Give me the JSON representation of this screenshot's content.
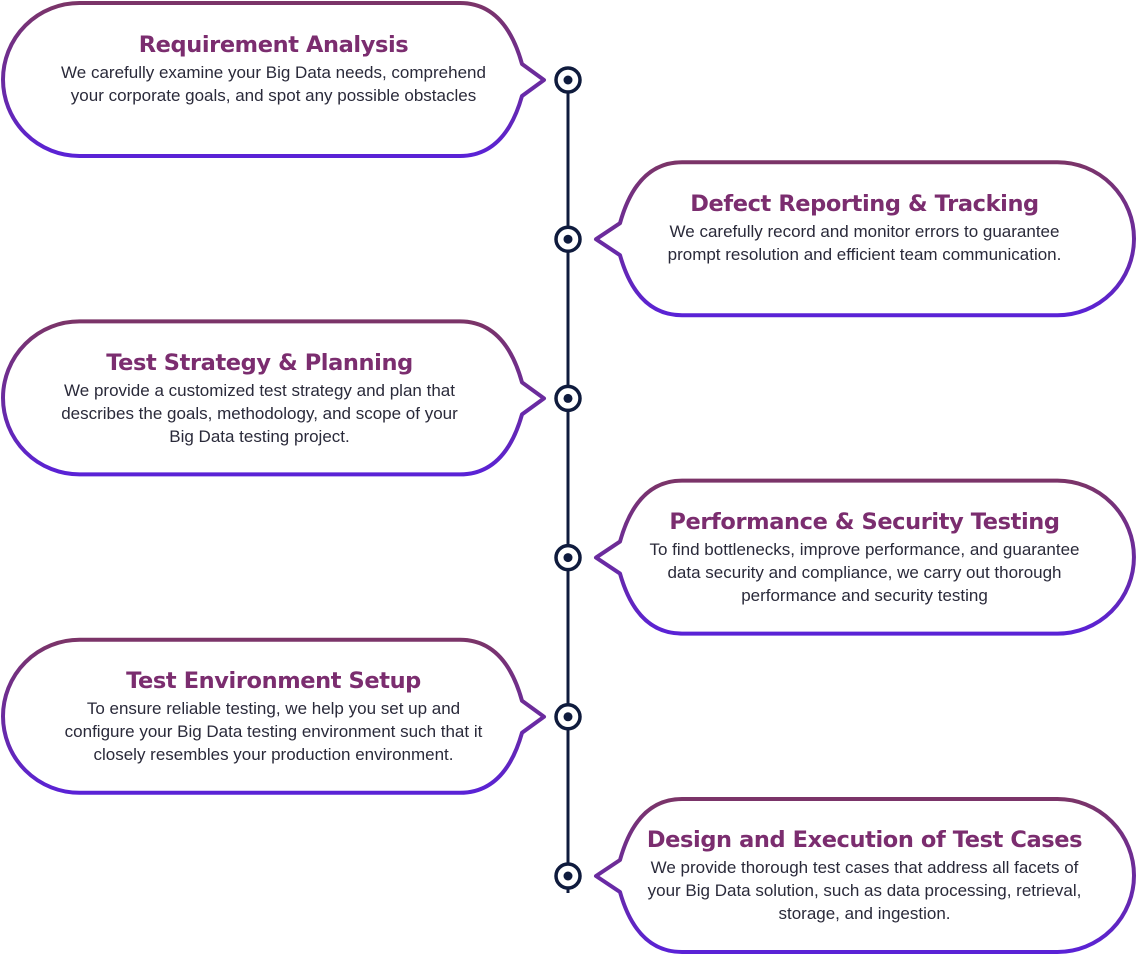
{
  "colors": {
    "title": "#7b2d6f",
    "text": "#2a2a3a",
    "timeline": "#0f1b3d",
    "border_start": "#7b3468",
    "border_end": "#5a22d6"
  },
  "timeline": {
    "node_icon": "target-dot-icon"
  },
  "steps": [
    {
      "title": "Requirement Analysis",
      "description": "We carefully examine your Big Data needs, comprehend your corporate goals, and spot any possible obstacles"
    },
    {
      "title": "Defect Reporting & Tracking",
      "description": "We carefully record and monitor errors to guarantee prompt resolution and efficient team communication."
    },
    {
      "title": "Test Strategy & Planning",
      "description": "We provide a customized test strategy and plan that describes the goals, methodology, and scope of your Big Data testing project."
    },
    {
      "title": "Performance & Security Testing",
      "description": "To find bottlenecks, improve performance, and guarantee data security and compliance, we carry out thorough performance and security testing"
    },
    {
      "title": "Test Environment Setup",
      "description": "To ensure reliable testing, we help you set up and configure your Big Data testing environment such that it closely resembles your production environment."
    },
    {
      "title": "Design and Execution of Test Cases",
      "description": "We provide thorough test cases that address all facets of your Big Data solution, such as data processing, retrieval, storage, and ingestion."
    }
  ]
}
